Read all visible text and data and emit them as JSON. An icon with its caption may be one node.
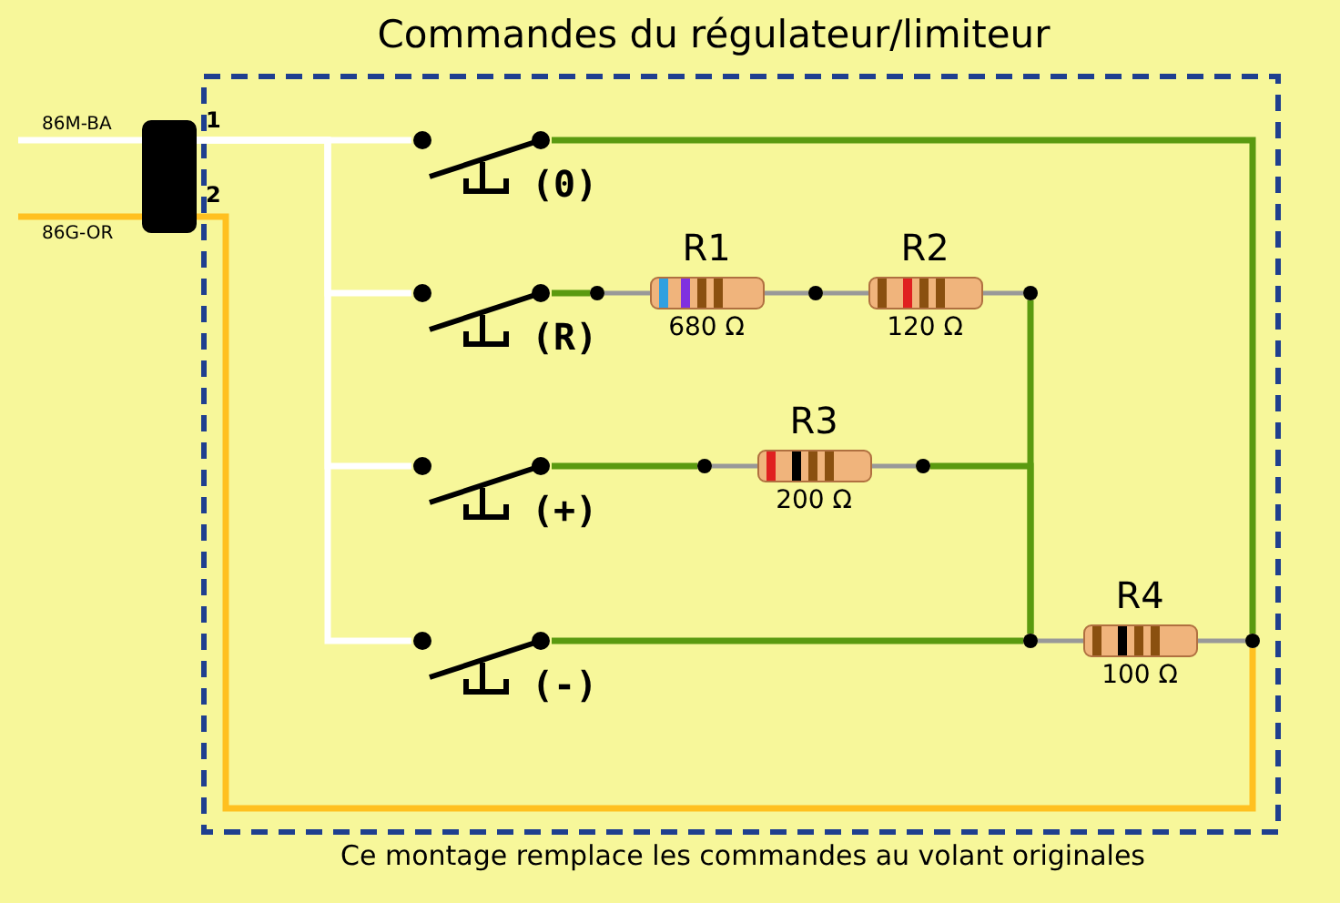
{
  "diagram": {
    "title": "Commandes du régulateur/limiteur",
    "caption": "Ce montage remplace les commandes au volant originales",
    "nodes": [
      {
        "text": [],
        "shape": "box"
      },
      {
        "text": [
          "(0)"
        ]
      },
      {
        "text": [
          "(R)"
        ]
      },
      {
        "text": [
          "(+)"
        ]
      },
      {
        "text": [
          "(-)"
        ]
      },
      {
        "text": [
          "R1",
          "680 Ω"
        ]
      },
      {
        "text": [
          "R2",
          "120 Ω"
        ]
      },
      {
        "text": [
          "R3",
          "200 Ω"
        ]
      },
      {
        "text": [
          "R4",
          "100 Ω"
        ]
      },
      {
        "text": [],
        "shape": "circle"
      },
      {
        "text": [],
        "shape": "circle"
      },
      {
        "text": [],
        "shape": "circle"
      },
      {
        "text": [],
        "shape": "circle"
      },
      {
        "text": [],
        "shape": "circle"
      },
      {
        "text": [],
        "shape": "circle"
      },
      {
        "text": [],
        "shape": "circle"
      }
    ],
    "edges": [
      {
        "from": null,
        "to": 0,
        "arrow": "none",
        "label": "86M-BA",
        "color": "#ffffff"
      },
      {
        "from": null,
        "to": 0,
        "arrow": "none",
        "label": "86G-OR",
        "color": "#ffc020"
      },
      {
        "from": 0,
        "to": 1,
        "arrow": "none",
        "color": "#ffffff"
      },
      {
        "from": 0,
        "to": 2,
        "arrow": "none",
        "color": "#ffffff"
      },
      {
        "from": 0,
        "to": 3,
        "arrow": "none",
        "color": "#ffffff"
      },
      {
        "from": 0,
        "to": 4,
        "arrow": "none",
        "color": "#ffffff"
      },
      {
        "from": 0,
        "to": 15,
        "arrow": "none",
        "color": "#ffc020"
      },
      {
        "from": 1,
        "to": 15,
        "arrow": "none",
        "color": "#5a9a10"
      },
      {
        "from": 2,
        "to": 9,
        "arrow": "none",
        "color": "#5a9a10"
      },
      {
        "from": 9,
        "to": 5,
        "arrow": "none"
      },
      {
        "from": 5,
        "to": 10,
        "arrow": "none"
      },
      {
        "from": 10,
        "to": 6,
        "arrow": "none"
      },
      {
        "from": 6,
        "to": 11,
        "arrow": "none"
      },
      {
        "from": 11,
        "to": 14,
        "arrow": "none",
        "color": "#5a9a10"
      },
      {
        "from": 3,
        "to": 12,
        "arrow": "none",
        "color": "#5a9a10"
      },
      {
        "from": 12,
        "to": 7,
        "arrow": "none"
      },
      {
        "from": 7,
        "to": 13,
        "arrow": "none"
      },
      {
        "from": 13,
        "to": 14,
        "arrow": "none",
        "color": "#5a9a10"
      },
      {
        "from": 4,
        "to": 14,
        "arrow": "none",
        "color": "#5a9a10"
      },
      {
        "from": 14,
        "to": 8,
        "arrow": "none"
      },
      {
        "from": 8,
        "to": 15,
        "arrow": "none"
      }
    ],
    "labels": [
      "1",
      "2"
    ]
  }
}
